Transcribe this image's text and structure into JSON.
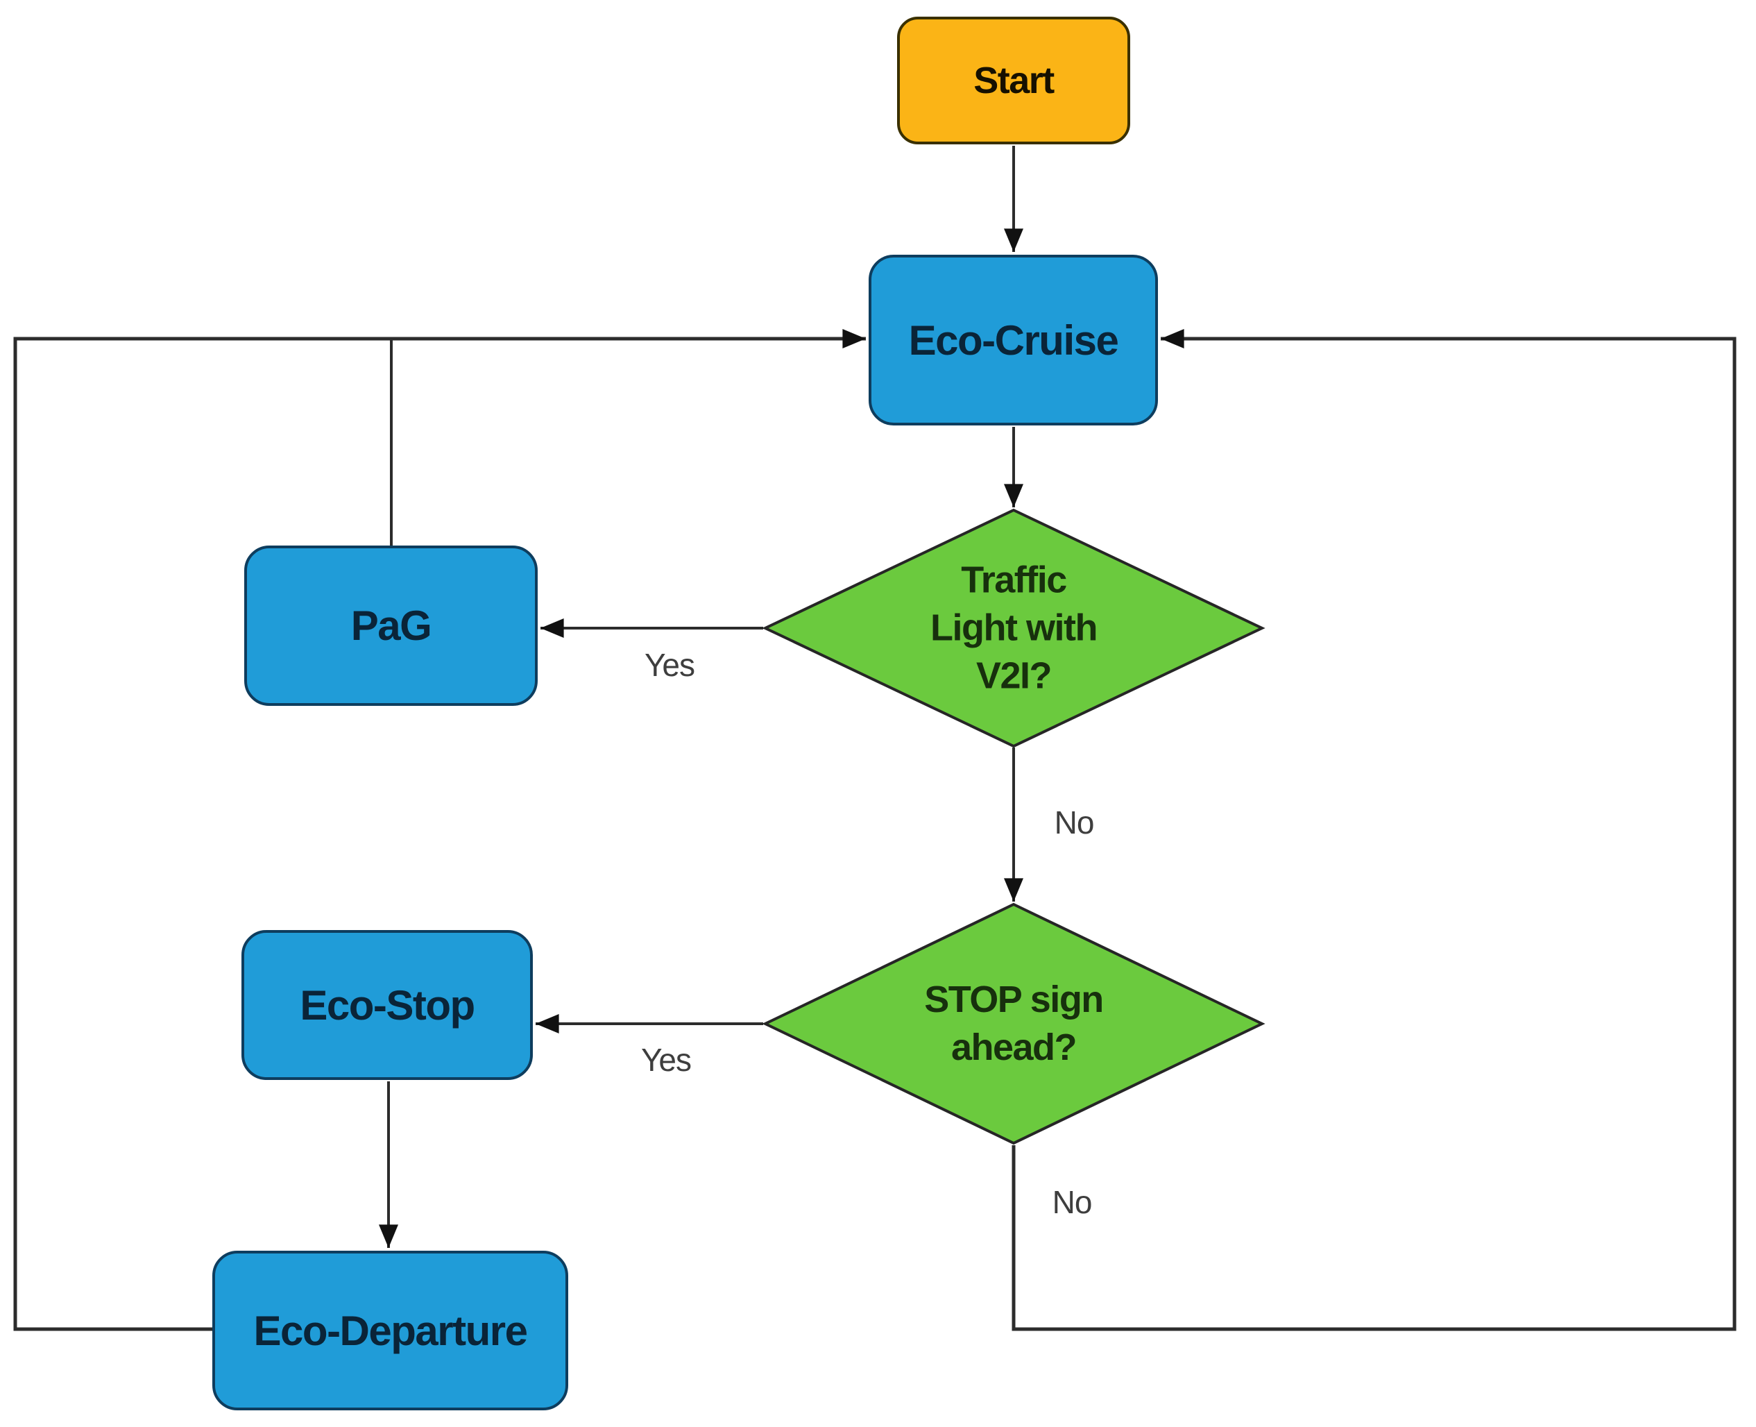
{
  "diagram": {
    "background": "#ffffff",
    "colors": {
      "process_fill": "#209CD8",
      "process_border": "#0E3D5E",
      "process_text": "#0A2438",
      "start_fill": "#FBB416",
      "start_border": "#3A3000",
      "start_text": "#161000",
      "decision_fill": "#6BCA3E",
      "decision_border": "#262626",
      "decision_text": "#17300D",
      "connector": "#2c2c2c",
      "arrowhead": "#111111",
      "edge_label_text": "#3e3e3e"
    },
    "nodes": {
      "start": {
        "label": "Start",
        "type": "start",
        "fill": "#FBB416",
        "css": "background:#FBB416;border-color:#3A3000;color:#161000;"
      },
      "eco_cruise": {
        "label": "Eco-Cruise",
        "type": "process",
        "fill": "#209CD8",
        "css": "background:#209CD8;border-color:#0E3D5E;color:#0A2438;"
      },
      "pag": {
        "label": "PaG",
        "type": "process",
        "fill": "#209CD8",
        "css": "background:#209CD8;border-color:#0E3D5E;color:#0A2438;"
      },
      "eco_stop": {
        "label": "Eco-Stop",
        "type": "process",
        "fill": "#209CD8",
        "css": "background:#209CD8;border-color:#0E3D5E;color:#0A2438;"
      },
      "eco_departure": {
        "label": "Eco-Departure",
        "type": "process",
        "fill": "#209CD8",
        "css": "background:#209CD8;border-color:#0E3D5E;color:#0A2438;"
      },
      "traffic_light": {
        "label": "Traffic\nLight with\nV2I?",
        "type": "decision",
        "fill": "#6BCA3E"
      },
      "stop_sign": {
        "label": "STOP sign\nahead?",
        "type": "decision",
        "fill": "#6BCA3E"
      }
    },
    "edge_labels": {
      "yes1": "Yes",
      "no1": "No",
      "yes2": "Yes",
      "no2": "No"
    },
    "edges": [
      {
        "from": "Start",
        "to": "Eco-Cruise",
        "label": ""
      },
      {
        "from": "Eco-Cruise",
        "to": "Traffic Light with V2I?",
        "label": ""
      },
      {
        "from": "Traffic Light with V2I?",
        "to": "PaG",
        "label": "Yes"
      },
      {
        "from": "Traffic Light with V2I?",
        "to": "STOP sign ahead?",
        "label": "No"
      },
      {
        "from": "STOP sign ahead?",
        "to": "Eco-Stop",
        "label": "Yes"
      },
      {
        "from": "STOP sign ahead?",
        "to": "Eco-Cruise",
        "label": "No"
      },
      {
        "from": "Eco-Stop",
        "to": "Eco-Departure",
        "label": ""
      },
      {
        "from": "Eco-Departure",
        "to": "Eco-Cruise",
        "label": ""
      },
      {
        "from": "PaG",
        "to": "Eco-Cruise",
        "label": ""
      }
    ]
  }
}
